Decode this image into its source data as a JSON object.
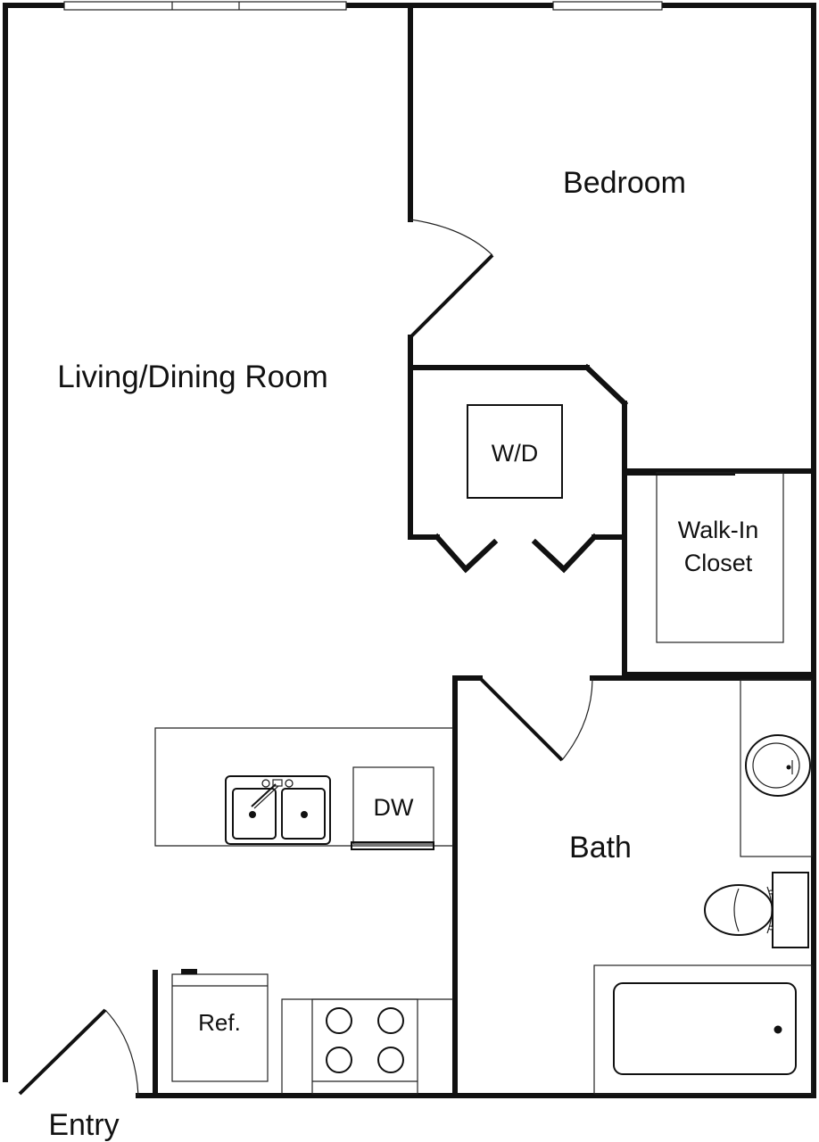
{
  "rooms": {
    "bedroom": "Bedroom",
    "living": "Living/Dining Room",
    "washer_dryer": "W/D",
    "closet_line1": "Walk-In",
    "closet_line2": "Closet",
    "dishwasher": "DW",
    "bath": "Bath",
    "refrigerator": "Ref.",
    "entry": "Entry"
  },
  "colors": {
    "wall": "#111111",
    "background": "#ffffff"
  }
}
